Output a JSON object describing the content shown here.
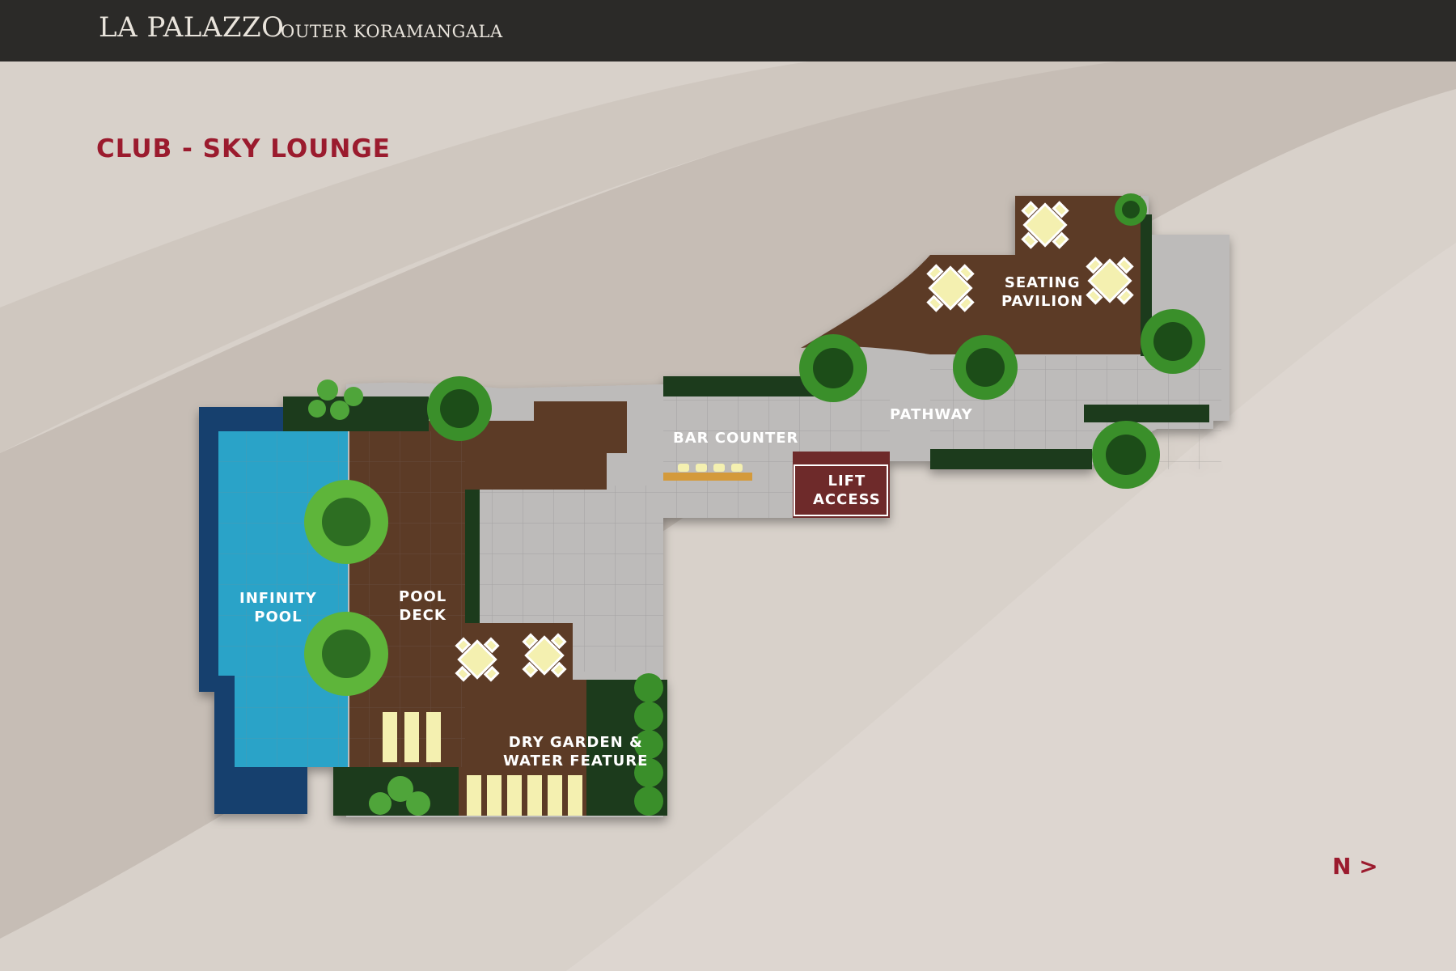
{
  "header": {
    "brand": "LA PALAZZO",
    "location": "OUTER KORAMANGALA"
  },
  "page": {
    "title": "CLUB - SKY LOUNGE"
  },
  "plan": {
    "labels": {
      "infinity_pool": [
        "INFINITY",
        "POOL"
      ],
      "pool_deck": [
        "POOL",
        "DECK"
      ],
      "dry_garden": [
        "DRY GARDEN &",
        "WATER FEATURE"
      ],
      "bar_counter": [
        "BAR COUNTER"
      ],
      "lift_access": [
        "LIFT",
        "ACCESS"
      ],
      "pathway": [
        "PATHWAY"
      ],
      "seating_pavilion": [
        "SEATING",
        "PAVILION"
      ]
    }
  },
  "compass": {
    "label": "N >"
  },
  "colors": {
    "header_bg": "#2b2a28",
    "accent": "#9b1b2e",
    "pool": "#2aa3c8",
    "pool_border": "#173f6e",
    "deck": "#5a3a27",
    "floor": "#b9b7b6",
    "greenery": "#1e3b1e",
    "furniture": "#f4f0b0"
  }
}
